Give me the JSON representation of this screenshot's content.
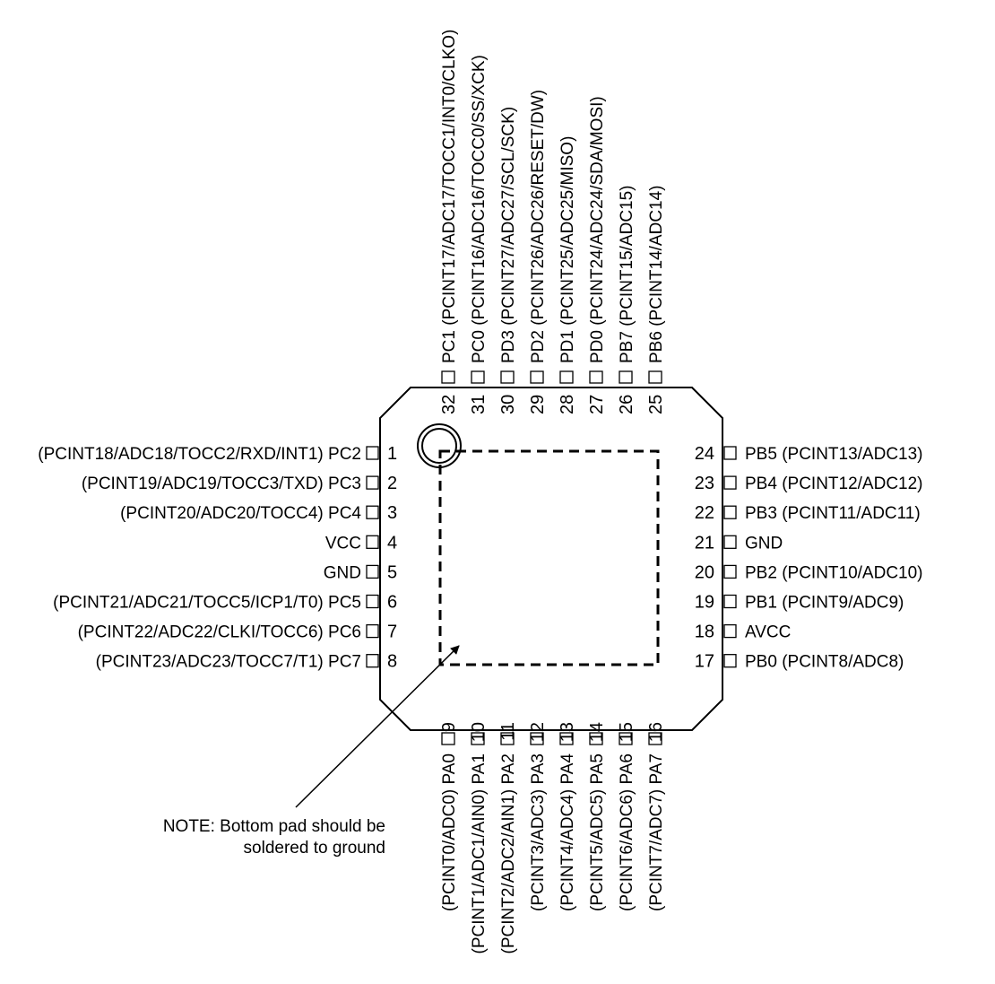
{
  "package": {
    "left_pins": [
      {
        "number": "1",
        "label": "(PCINT18/ADC18/TOCC2/RXD/INT1) PC2"
      },
      {
        "number": "2",
        "label": "(PCINT19/ADC19/TOCC3/TXD) PC3"
      },
      {
        "number": "3",
        "label": "(PCINT20/ADC20/TOCC4) PC4"
      },
      {
        "number": "4",
        "label": "VCC"
      },
      {
        "number": "5",
        "label": "GND"
      },
      {
        "number": "6",
        "label": "(PCINT21/ADC21/TOCC5/ICP1/T0) PC5"
      },
      {
        "number": "7",
        "label": "(PCINT22/ADC22/CLKI/TOCC6) PC6"
      },
      {
        "number": "8",
        "label": "(PCINT23/ADC23/TOCC7/T1) PC7"
      }
    ],
    "bottom_pins": [
      {
        "number": "9",
        "label": "(PCINT0/ADC0) PA0"
      },
      {
        "number": "10",
        "label": "(PCINT1/ADC1/AIN0) PA1"
      },
      {
        "number": "11",
        "label": "(PCINT2/ADC2/AIN1) PA2"
      },
      {
        "number": "12",
        "label": "(PCINT3/ADC3) PA3"
      },
      {
        "number": "13",
        "label": "(PCINT4/ADC4) PA4"
      },
      {
        "number": "14",
        "label": "(PCINT5/ADC5) PA5"
      },
      {
        "number": "15",
        "label": "(PCINT6/ADC6) PA6"
      },
      {
        "number": "16",
        "label": "(PCINT7/ADC7) PA7"
      }
    ],
    "right_pins": [
      {
        "number": "24",
        "label": "PB5 (PCINT13/ADC13)"
      },
      {
        "number": "23",
        "label": "PB4 (PCINT12/ADC12)"
      },
      {
        "number": "22",
        "label": "PB3 (PCINT11/ADC11)"
      },
      {
        "number": "21",
        "label": "GND"
      },
      {
        "number": "20",
        "label": "PB2 (PCINT10/ADC10)"
      },
      {
        "number": "19",
        "label": "PB1 (PCINT9/ADC9)"
      },
      {
        "number": "18",
        "label": "AVCC"
      },
      {
        "number": "17",
        "label": "PB0 (PCINT8/ADC8)"
      }
    ],
    "top_pins": [
      {
        "number": "32",
        "label": "PC1 (PCINT17/ADC17/TOCC1/INT0/CLKO)"
      },
      {
        "number": "31",
        "label": "PC0 (PCINT16/ADC16/TOCC0/SS/XCK)"
      },
      {
        "number": "30",
        "label": "PD3 (PCINT27/ADC27/SCL/SCK)"
      },
      {
        "number": "29",
        "label": "PD2 (PCINT26/ADC26/RESET/DW)"
      },
      {
        "number": "28",
        "label": "PD1 (PCINT25/ADC25/MISO)"
      },
      {
        "number": "27",
        "label": "PD0 (PCINT24/ADC24/SDA/MOSI)"
      },
      {
        "number": "26",
        "label": "PB7 (PCINT15/ADC15)"
      },
      {
        "number": "25",
        "label": "PB6 (PCINT14/ADC14)"
      }
    ]
  },
  "note": {
    "line1": "NOTE: Bottom pad should be",
    "line2": "soldered to ground"
  }
}
